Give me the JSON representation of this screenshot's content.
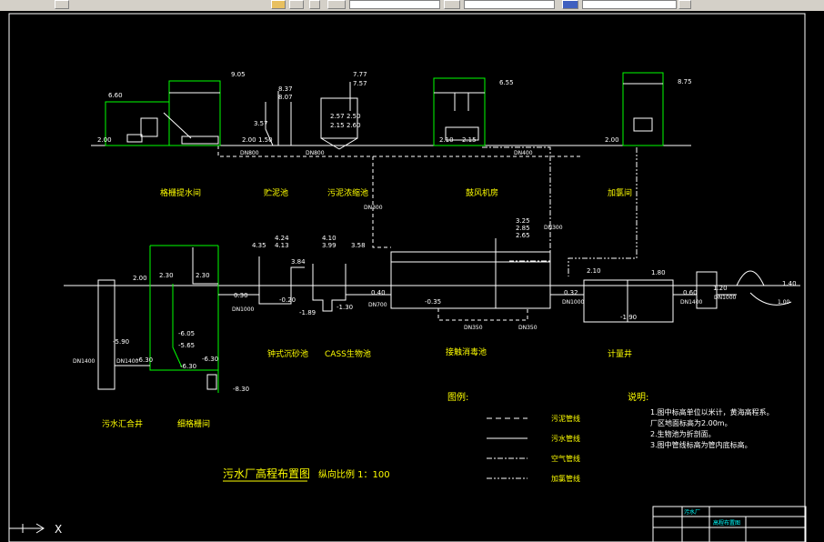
{
  "title": {
    "main": "污水厂高程布置图",
    "scale": "纵向比例 1：100"
  },
  "facilities_top": [
    "格栅提水间",
    "贮泥池",
    "污泥浓缩池",
    "鼓风机房",
    "加氯间"
  ],
  "facilities_bottom": [
    "污水汇合井",
    "细格栅间",
    "钟式沉砂池",
    "CASS生物池",
    "接触消毒池",
    "计量井"
  ],
  "elevations_top": [
    "6.60",
    "9.05",
    "8.37",
    "8.07",
    "7.77",
    "7.57",
    "6.55",
    "8.75",
    "3.57",
    "2.57",
    "2.15",
    "2.50",
    "2.60",
    "2.00",
    "2.00",
    "1.50",
    "2.10",
    "2.15",
    "2.00"
  ],
  "elevations_bottom": [
    "4.35",
    "4.24",
    "4.13",
    "4.10",
    "3.99",
    "3.58",
    "3.84",
    "3.25",
    "2.85",
    "2.65",
    "2.00",
    "2.30",
    "2.30",
    "0.30",
    "-0.20",
    "-1.89",
    "-1.30",
    "0.40",
    "-0.35",
    "0.32",
    "2.10",
    "1.80",
    "-1.90",
    "0.60",
    "1.20",
    "1.40",
    "-5.90",
    "-6.30",
    "-6.30",
    "-6.05",
    "-5.65",
    "-6.30",
    "-8.30"
  ],
  "pipe_labels": [
    "DN800",
    "DN800",
    "DN400",
    "DN300",
    "DN300",
    "DN1000",
    "DN700",
    "DN350",
    "DN350",
    "DN1000",
    "DN1400",
    "DN1400",
    "DN1400",
    "DN1000",
    "1.00"
  ],
  "legend": {
    "title": "图例:",
    "items": [
      {
        "label": "污泥管线",
        "style": "dashed"
      },
      {
        "label": "污水管线",
        "style": "solid"
      },
      {
        "label": "空气管线",
        "style": "dashdot"
      },
      {
        "label": "加氯管线",
        "style": "dashdotdot"
      }
    ]
  },
  "notes": {
    "title": "说明:",
    "lines": [
      "1.图中标高单位以米计，黄海高程系。",
      "厂区地面标高为2.00m。",
      "2.生物池为折剖面。",
      "3.图中管线标高为管内底标高。"
    ]
  },
  "title_block_text": [
    "污水厂",
    "高程布置图"
  ],
  "ucs_label": "X",
  "colors": {
    "background": "#000000",
    "line": "#ffffff",
    "text": "#ffff00",
    "structure": "#00ff00",
    "accent": "#00ffff",
    "toolbar": "#d4d0c8"
  }
}
